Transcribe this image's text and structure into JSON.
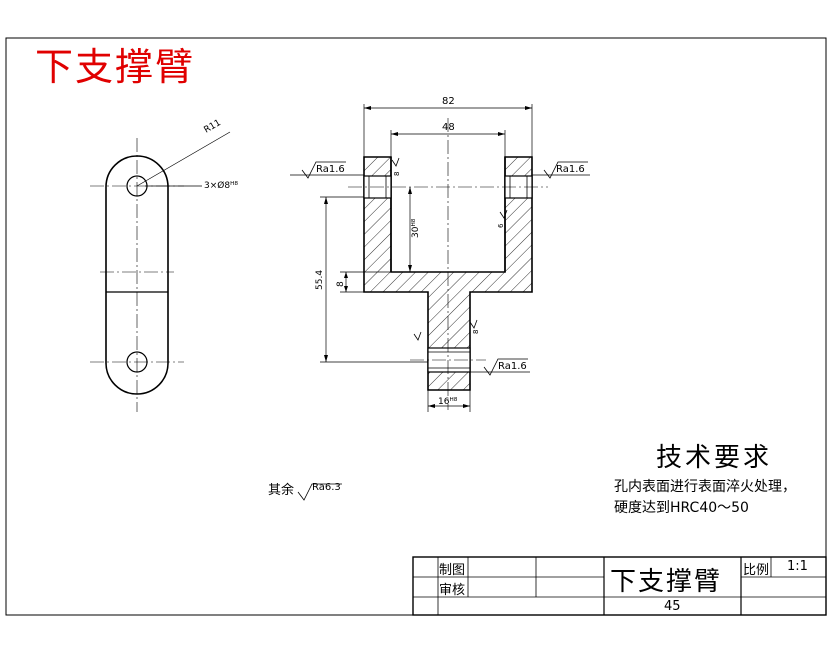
{
  "drawing": {
    "title": "下支撑臂",
    "dimensions": {
      "overall_width": "82",
      "inner_width": "48",
      "radius": "R11",
      "holes": "3×Ø8ᴴ⁸",
      "inner_depth": "30ᴴ⁸",
      "overall_height": "55.4",
      "base_thickness": "8",
      "shaft_dia": "16ᴴ⁸",
      "slot_small": "8",
      "slot_right": "6",
      "stem_small": "8"
    },
    "roughness": {
      "left": "Ra1.6",
      "right": "Ra1.6",
      "bottom": "Ra1.6",
      "rest_label": "其余",
      "rest_value": "Ra6.3"
    }
  },
  "requirements": {
    "heading": "技术要求",
    "line1": "孔内表面进行表面淬火处理，",
    "line2": "硬度达到HRC40～50"
  },
  "title_block": {
    "drawn_label": "制图",
    "checked_label": "审核",
    "part_name": "下支撑臂",
    "scale_label": "比例",
    "scale_value": "1:1",
    "material": "45"
  }
}
